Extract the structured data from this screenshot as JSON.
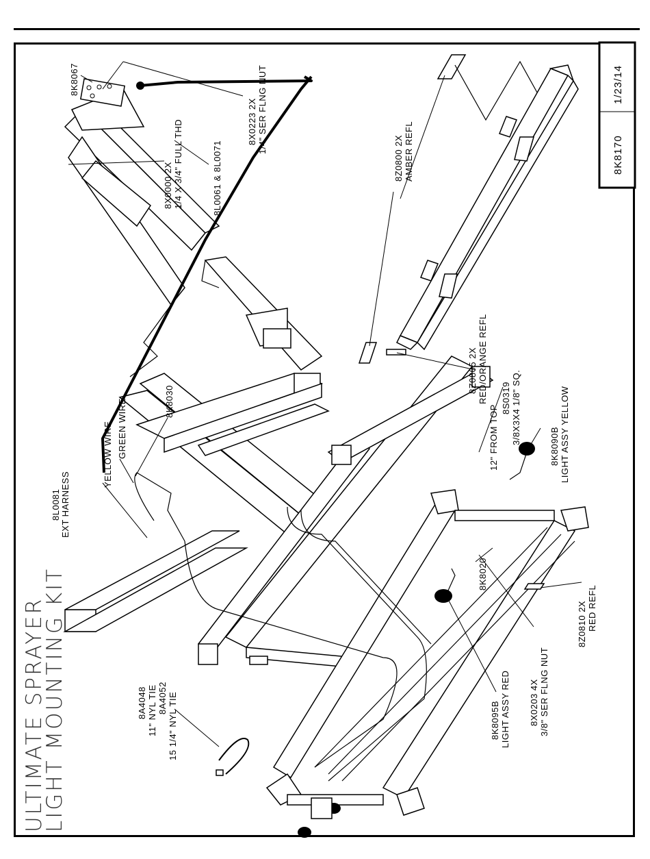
{
  "title_block": {
    "title_line1": "ULTIMATE SPRAYER",
    "title_line2": "LIGHT MOUNTING KIT",
    "part_number": "8K8170",
    "date": "1/23/14"
  },
  "callouts": {
    "k8067": {
      "line1": "8K8067"
    },
    "x0000": {
      "line1": "8X0000  2X",
      "line2": "1/4 X 3/4\" FULL THD"
    },
    "l0061": {
      "line1": "8L0061  &  8L0071"
    },
    "x0223": {
      "line1": "8X0223  2X",
      "line2": "1/4\" SER FLNG NUT"
    },
    "z0800": {
      "line1": "8Z0800  2X",
      "line2": "AMBER REFL"
    },
    "z0805": {
      "line1": "8Z0805  2X",
      "line2": "RED/ORANGE  REFL"
    },
    "s0319": {
      "line1": "8S0319",
      "line2": "3/8X3X4  1/8\"  SQ."
    },
    "from_top": {
      "line1": "12\"  FROM  TOP"
    },
    "k8090b": {
      "line1": "8K8090B",
      "line2": "LIGHT ASSY YELLOW"
    },
    "k8030": {
      "line1": "8K8030"
    },
    "green_wire": {
      "line1": "GREEN WIRE"
    },
    "yellow_wire": {
      "line1": "YELLOW WIRE"
    },
    "l0081": {
      "line1": "8L0081",
      "line2": "EXT HARNESS"
    },
    "k8020": {
      "line1": "8K8020"
    },
    "k8095b": {
      "line1": "8K8095B",
      "line2": "LIGHT ASSY  RED"
    },
    "x0203": {
      "line1": "8X0203  4X",
      "line2": "3/8\" SER FLNG  NUT"
    },
    "z0810": {
      "line1": "8Z0810  2X",
      "line2": "RED  REFL"
    },
    "a4048": {
      "line1": "8A4048",
      "line2": "11\"  NYL  TIE"
    },
    "a4052": {
      "line1": "8A4052",
      "line2": "15  1/4\"  NYL  TIE"
    }
  }
}
